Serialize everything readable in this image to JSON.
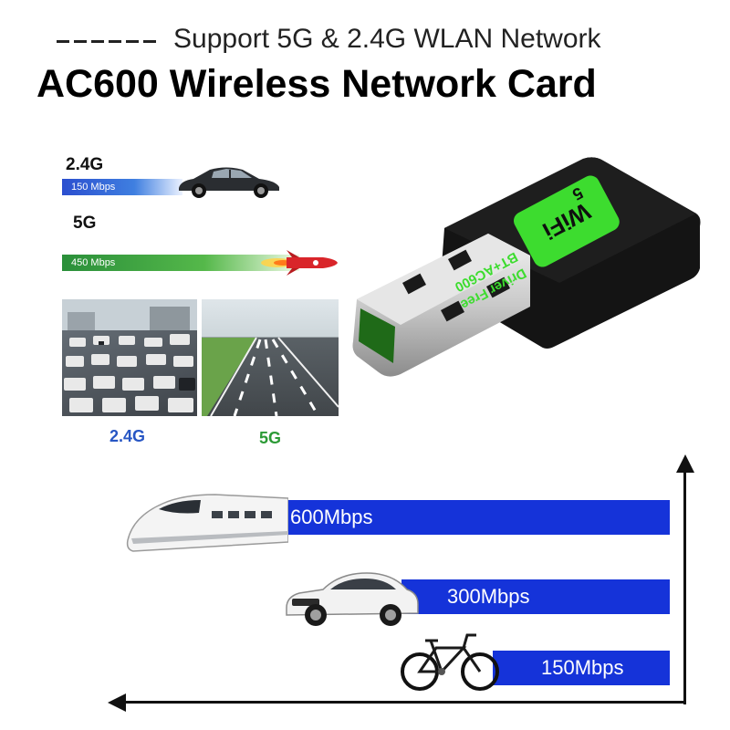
{
  "header": {
    "subtitle": "Support 5G & 2.4G WLAN Network",
    "title": "AC600 Wireless Network Card"
  },
  "bands": [
    {
      "label": "2.4G",
      "speed": "150 Mbps",
      "color": "#2b4fcf"
    },
    {
      "label": "5G",
      "speed": "450 Mbps",
      "color": "#2a8f3a"
    }
  ],
  "adapter": {
    "model": "BT+AC600",
    "tag": "Driver Free",
    "wifi_text": "WiFi",
    "band_number": "5"
  },
  "traffic_captions": {
    "band_24": "2.4G",
    "band_5": "5G"
  },
  "speed_comparison": [
    {
      "label": "600Mbps",
      "icon": "bullet-train-icon"
    },
    {
      "label": "300Mbps",
      "icon": "car-icon"
    },
    {
      "label": "150Mbps",
      "icon": "bicycle-icon"
    }
  ],
  "colors": {
    "speed_bar": "#1533d9",
    "accent_green": "#3ddc2f",
    "caption_blue": "#2756c4",
    "caption_green": "#2c9a36"
  }
}
